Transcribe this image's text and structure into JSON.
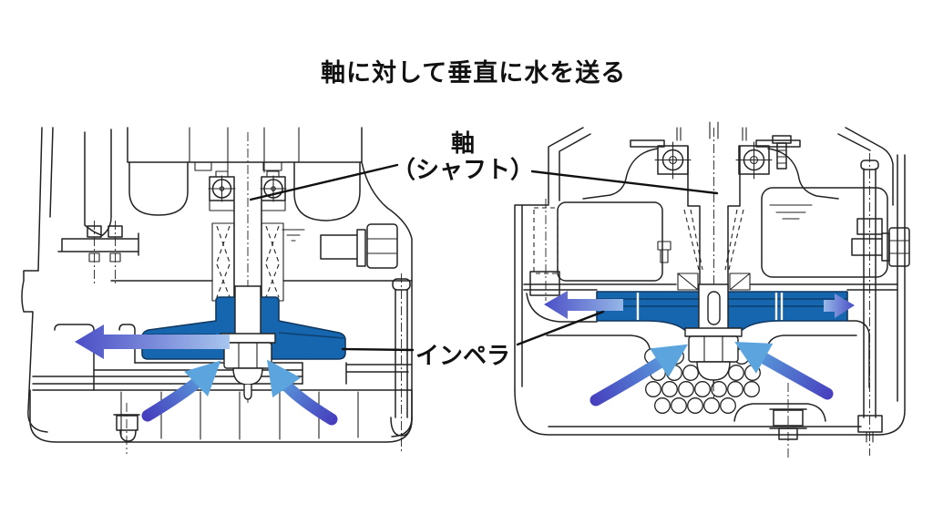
{
  "title": "軸に対して垂直に水を送る",
  "labels": {
    "shaft_line1": "軸",
    "shaft_line2": "（シャフト）",
    "impeller": "インペラ"
  },
  "colors": {
    "background": "#ffffff",
    "line": "#222222",
    "text": "#111111",
    "impeller_fill": "#1566ae",
    "arrow_indigo": "#4a4cc5",
    "arrow_light_blue": "#5ba4dd"
  },
  "icons": {
    "discharge_arrow": "horizontal-gradient-arrow",
    "suction_arrow": "curved-gradient-arrow",
    "water_level_mark": "triple-bar",
    "bearing": "circle-with-cross"
  }
}
